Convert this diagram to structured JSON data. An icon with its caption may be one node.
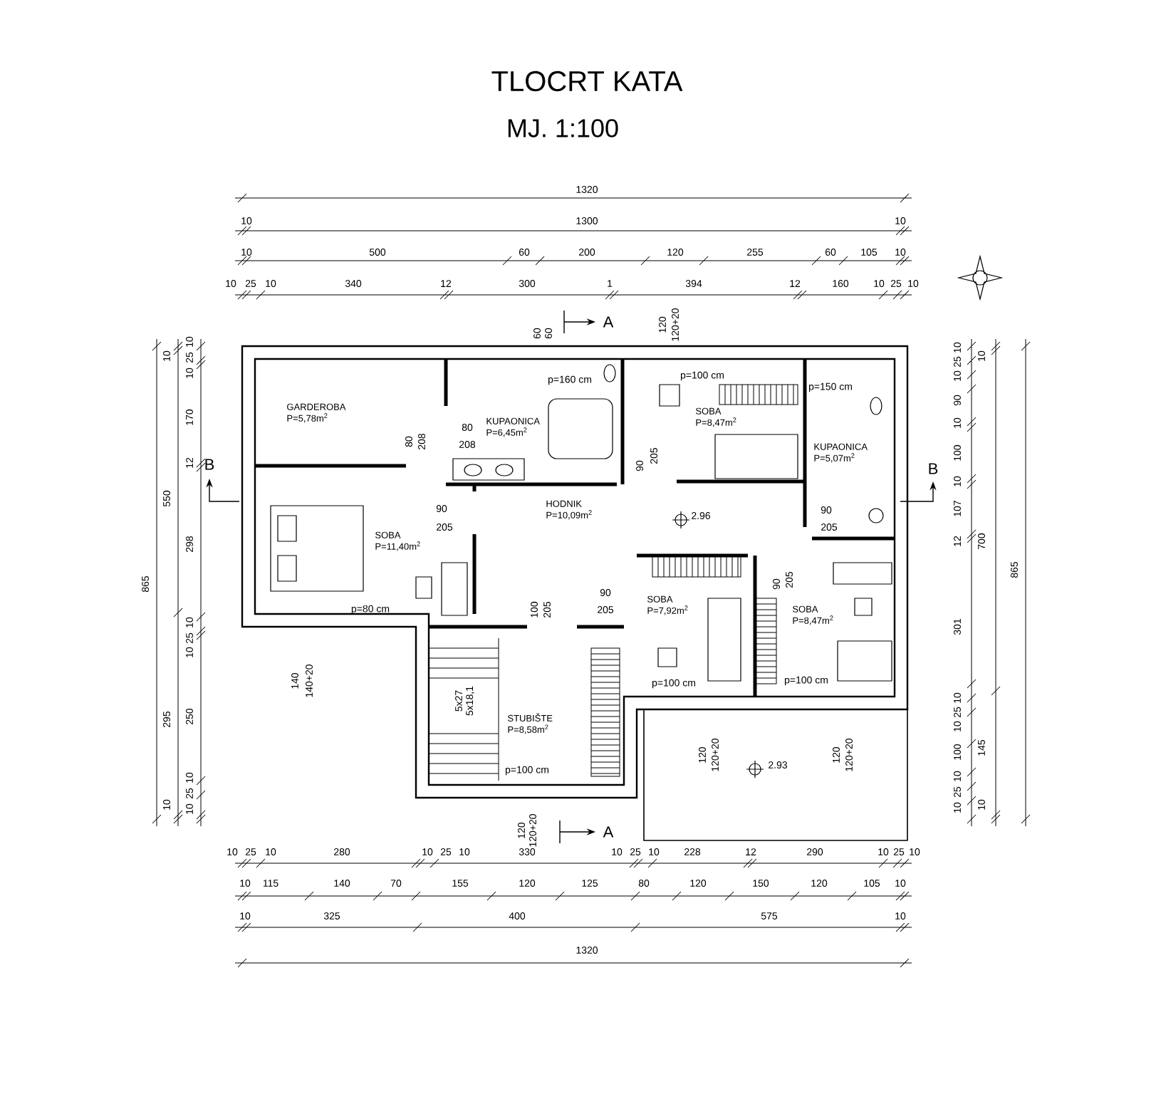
{
  "diagram": {
    "title": "TLOCRT KATA",
    "nodes": [
      {
        "text": [
          "GARDEROBA",
          "P=5,78m$^{2}$"
        ]
      },
      {
        "text": [
          "KUPAONICA",
          "P=6,45m$^{2}$"
        ]
      },
      {
        "text": [
          "SOBA",
          "P=11,40m$^{2}$"
        ]
      },
      {
        "text": [
          "HODNIK",
          "P=10,09m$^{2}$"
        ]
      },
      {
        "text": [
          "SOBA",
          "P=8,47m$^{2}$"
        ]
      },
      {
        "text": [
          "KUPAONICA",
          "P=5,07m$^{2}$"
        ]
      },
      {
        "text": [
          "SOBA",
          "P=7,92m$^{2}$"
        ]
      },
      {
        "text": [
          "SOBA",
          "P=8,47m$^{2}$"
        ]
      },
      {
        "text": [
          "STUBIŠTE",
          "P=8,58m$^{2}$"
        ]
      }
    ],
    "labels": [
      "MJ. 1:100",
      "1320",
      "10",
      "1300",
      "10",
      "10",
      "500",
      "60",
      "200",
      "120",
      "255",
      "60",
      "105",
      "10",
      "10",
      "25",
      "10",
      "340",
      "12",
      "300",
      "1",
      "394",
      "12",
      "160",
      "10",
      "25",
      "10",
      "A",
      "60",
      "60",
      "120",
      "120+20",
      "865",
      "10",
      "550",
      "295",
      "10",
      "10",
      "25",
      "10",
      "170",
      "12",
      "298",
      "10",
      "25",
      "10",
      "250",
      "10",
      "25",
      "10",
      "B",
      "B",
      "10",
      "25",
      "10",
      "90",
      "10",
      "100",
      "10",
      "107",
      "12",
      "301",
      "10",
      "25",
      "10",
      "100",
      "10",
      "25",
      "10",
      "10",
      "700",
      "145",
      "10",
      "865",
      "p=160 cm",
      "80",
      "208",
      "80",
      "208",
      "90",
      "205",
      "p=80 cm",
      "100",
      "205",
      "90",
      "205",
      "140",
      "140+20",
      "5x27",
      "5x18,1",
      "p=100 cm",
      "p=100 cm",
      "p=150 cm",
      "90",
      "205",
      "2.96",
      "90",
      "205",
      "90",
      "205",
      "p=100 cm",
      "p=100 cm",
      "120",
      "120+20",
      "120",
      "120+20",
      "2.93",
      "120",
      "120+20",
      "A",
      "10",
      "25",
      "10",
      "280",
      "10",
      "25",
      "10",
      "330",
      "10",
      "25",
      "10",
      "228",
      "12",
      "290",
      "10",
      "25",
      "10",
      "10",
      "115",
      "140",
      "70",
      "155",
      "120",
      "125",
      "80",
      "120",
      "150",
      "120",
      "105",
      "10",
      "10",
      "325",
      "400",
      "575",
      "10",
      "1320"
    ]
  }
}
